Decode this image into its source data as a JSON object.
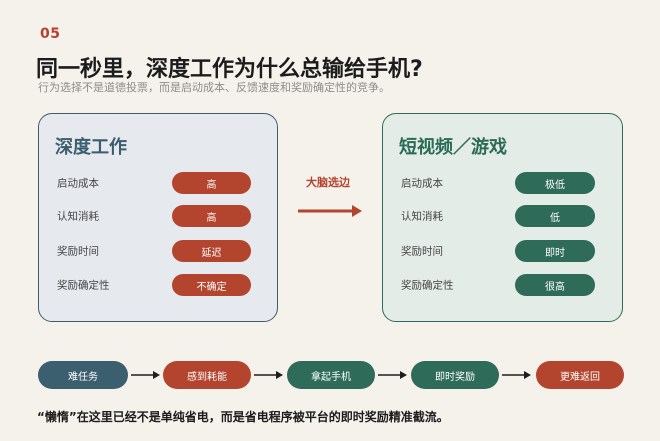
{
  "header": {
    "number": "05",
    "title": "同一秒里，深度工作为什么总输给手机?",
    "subtitle": "行为选择不是道德投票，而是启动成本、反馈速度和奖励确定性的竞争。"
  },
  "left_card": {
    "title": "深度工作",
    "rows": [
      {
        "label": "启动成本",
        "value": "高"
      },
      {
        "label": "认知消耗",
        "value": "高"
      },
      {
        "label": "奖励时间",
        "value": "延迟"
      },
      {
        "label": "奖励确定性",
        "value": "不确定"
      }
    ]
  },
  "middle": {
    "label": "大脑选边"
  },
  "right_card": {
    "title": "短视频／游戏",
    "rows": [
      {
        "label": "启动成本",
        "value": "极低"
      },
      {
        "label": "认知消耗",
        "value": "低"
      },
      {
        "label": "奖励时间",
        "value": "即时"
      },
      {
        "label": "奖励确定性",
        "value": "很高"
      }
    ]
  },
  "flow": {
    "steps": [
      {
        "label": "难任务",
        "color": "#3c5f6f"
      },
      {
        "label": "感到耗能",
        "color": "#b3452f"
      },
      {
        "label": "拿起手机",
        "color": "#2e6b58"
      },
      {
        "label": "即时奖励",
        "color": "#2e6b58"
      },
      {
        "label": "更难返回",
        "color": "#b3452f"
      }
    ]
  },
  "footer": {
    "text": "“懒惰”在这里已经不是单纯省电，而是省电程序被平台的即时奖励精准截流。"
  },
  "colors": {
    "accent_red": "#b3452f",
    "accent_green": "#2e6b58",
    "accent_slate": "#3c5f6f",
    "background": "#f5f2ec"
  }
}
